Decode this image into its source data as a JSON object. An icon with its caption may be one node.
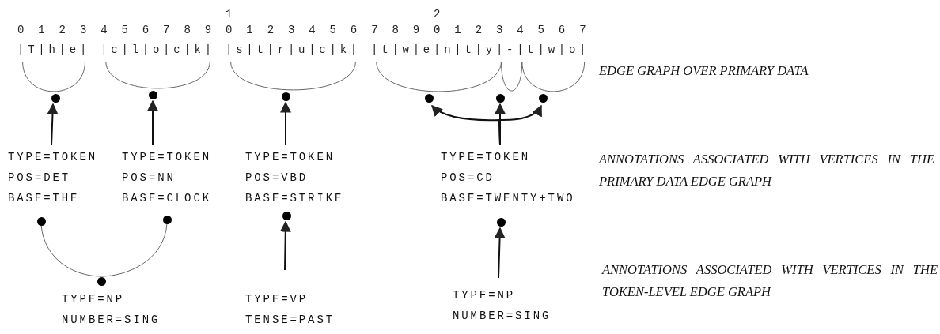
{
  "diagram": {
    "nodes": [
      {
        "text": [],
        "shape": "circle"
      },
      {
        "text": [],
        "shape": "circle"
      },
      {
        "text": [],
        "shape": "circle"
      },
      {
        "text": [],
        "shape": "circle"
      },
      {
        "text": [],
        "shape": "circle"
      },
      {
        "text": [],
        "shape": "circle"
      },
      {
        "text": [
          "TYPE=TOKEN",
          "POS=DET",
          "BASE=THE"
        ]
      },
      {
        "text": [
          "TYPE=TOKEN",
          "POS=NN",
          "BASE=CLOCK"
        ]
      },
      {
        "text": [
          "TYPE=TOKEN",
          "POS=VBD",
          "BASE=STRIKE"
        ]
      },
      {
        "text": [
          "TYPE=TOKEN",
          "POS=CD",
          "BASE=TWENTY+TWO"
        ]
      },
      {
        "text": [],
        "shape": "circle"
      },
      {
        "text": [],
        "shape": "circle"
      },
      {
        "text": [],
        "shape": "circle"
      },
      {
        "text": [],
        "shape": "circle"
      },
      {
        "text": [],
        "shape": "circle"
      },
      {
        "text": [
          "TYPE=NP",
          "NUMBER=SING"
        ]
      },
      {
        "text": [
          "TYPE=VP",
          "TENSE=PAST"
        ]
      },
      {
        "text": [
          "TYPE=NP",
          "NUMBER=SING"
        ]
      }
    ],
    "edges": [
      {
        "from": 6,
        "to": 0,
        "arrow": "to"
      },
      {
        "from": 7,
        "to": 1,
        "arrow": "to"
      },
      {
        "from": 8,
        "to": 2,
        "arrow": "to"
      },
      {
        "from": 9,
        "to": 3,
        "arrow": "to"
      },
      {
        "from": 9,
        "to": 4,
        "arrow": "to"
      },
      {
        "from": 9,
        "to": 5,
        "arrow": "to"
      },
      {
        "from": 10,
        "to": 14,
        "arrow": "none"
      },
      {
        "from": 11,
        "to": 14,
        "arrow": "none"
      },
      {
        "from": 16,
        "to": 12,
        "arrow": "to"
      },
      {
        "from": 17,
        "to": 13,
        "arrow": "to"
      }
    ],
    "labels": [
      "1",
      "2",
      "0 1 2 3 4 5 6 7 8 9 0 1 2 3 4 5 6 7 8 9 0 1 2 3 4 5 6 7",
      "|T|h|e|",
      "|c|l|o|c|k|",
      "|s|t|r|u|c|k|",
      "|t|w|e|n|t|y|-|t|w|o|",
      "EDGE GRAPH OVER PRIMARY DATA",
      "ANNOTATIONS ASSOCIATED WITH VERTICES IN THE PRIMARY DATA EDGE GRAPH",
      "ANNOTATIONS ASSOCIATED WITH VERTICES IN THE TOKEN-LEVEL EDGE GRAPH"
    ]
  }
}
